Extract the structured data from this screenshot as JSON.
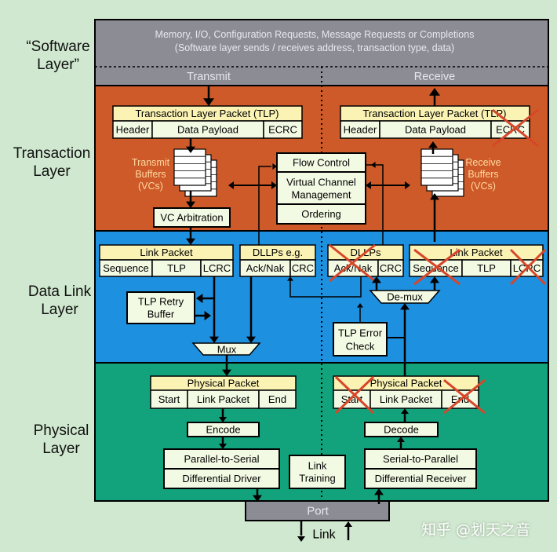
{
  "layers": {
    "software": [
      "“Software",
      "Layer”"
    ],
    "transaction": [
      "Transaction",
      "Layer"
    ],
    "datalink": [
      "Data Link",
      "Layer"
    ],
    "physical": [
      "Physical",
      "Layer"
    ]
  },
  "software_box": {
    "line1": "Memory, I/O, Configuration Requests, Message Requests or Completions",
    "line2": "(Software layer sends / receives address, transaction type, data)",
    "transmit": "Transmit",
    "receive": "Receive"
  },
  "tlp": {
    "title": "Transaction Layer Packet (TLP)",
    "header": "Header",
    "payload": "Data Payload",
    "ecrc": "ECRC"
  },
  "buffers": {
    "transmit": [
      "Transmit",
      "Buffers",
      "(VCs)"
    ],
    "receive": [
      "Receive",
      "Buffers",
      "(VCs)"
    ]
  },
  "center": {
    "flow_control": "Flow Control",
    "vcm": [
      "Virtual Channel",
      "Management"
    ],
    "ordering": "Ordering"
  },
  "vc_arbitration": "VC Arbitration",
  "link_packet": {
    "title": "Link Packet",
    "sequence": "Sequence",
    "tlp": "TLP",
    "lcrc": "LCRC"
  },
  "dllp_tx": {
    "title": "DLLPs e.g.",
    "acknak": "Ack/Nak",
    "crc": "CRC"
  },
  "dllp_rx": {
    "title": "DLLPs",
    "acknak": "Ack/Nak",
    "crc": "CRC"
  },
  "retry_buffer": [
    "TLP Retry",
    "Buffer"
  ],
  "mux": "Mux",
  "demux": "De-mux",
  "tlp_error": [
    "TLP Error",
    "Check"
  ],
  "physical_packet": {
    "title": "Physical Packet",
    "start": "Start",
    "link_packet": "Link Packet",
    "end": "End"
  },
  "encode": "Encode",
  "decode": "Decode",
  "p2s": "Parallel-to-Serial",
  "diff_driver": "Differential Driver",
  "s2p": "Serial-to-Parallel",
  "diff_receiver": "Differential Receiver",
  "link_training": [
    "Link",
    "Training"
  ],
  "port": "Port",
  "link": "Link",
  "watermark": "知乎 @划天之音",
  "colors": {
    "background": "#cfe8cf",
    "software": "#8c8c94",
    "transaction": "#cd5a28",
    "datalink": "#1e90e0",
    "physical": "#12a37c",
    "box_fill": "#f3fae4",
    "box_title": "#fbf3b4",
    "buffer_text": "#ffd9a0",
    "cross": "#d8462a"
  }
}
